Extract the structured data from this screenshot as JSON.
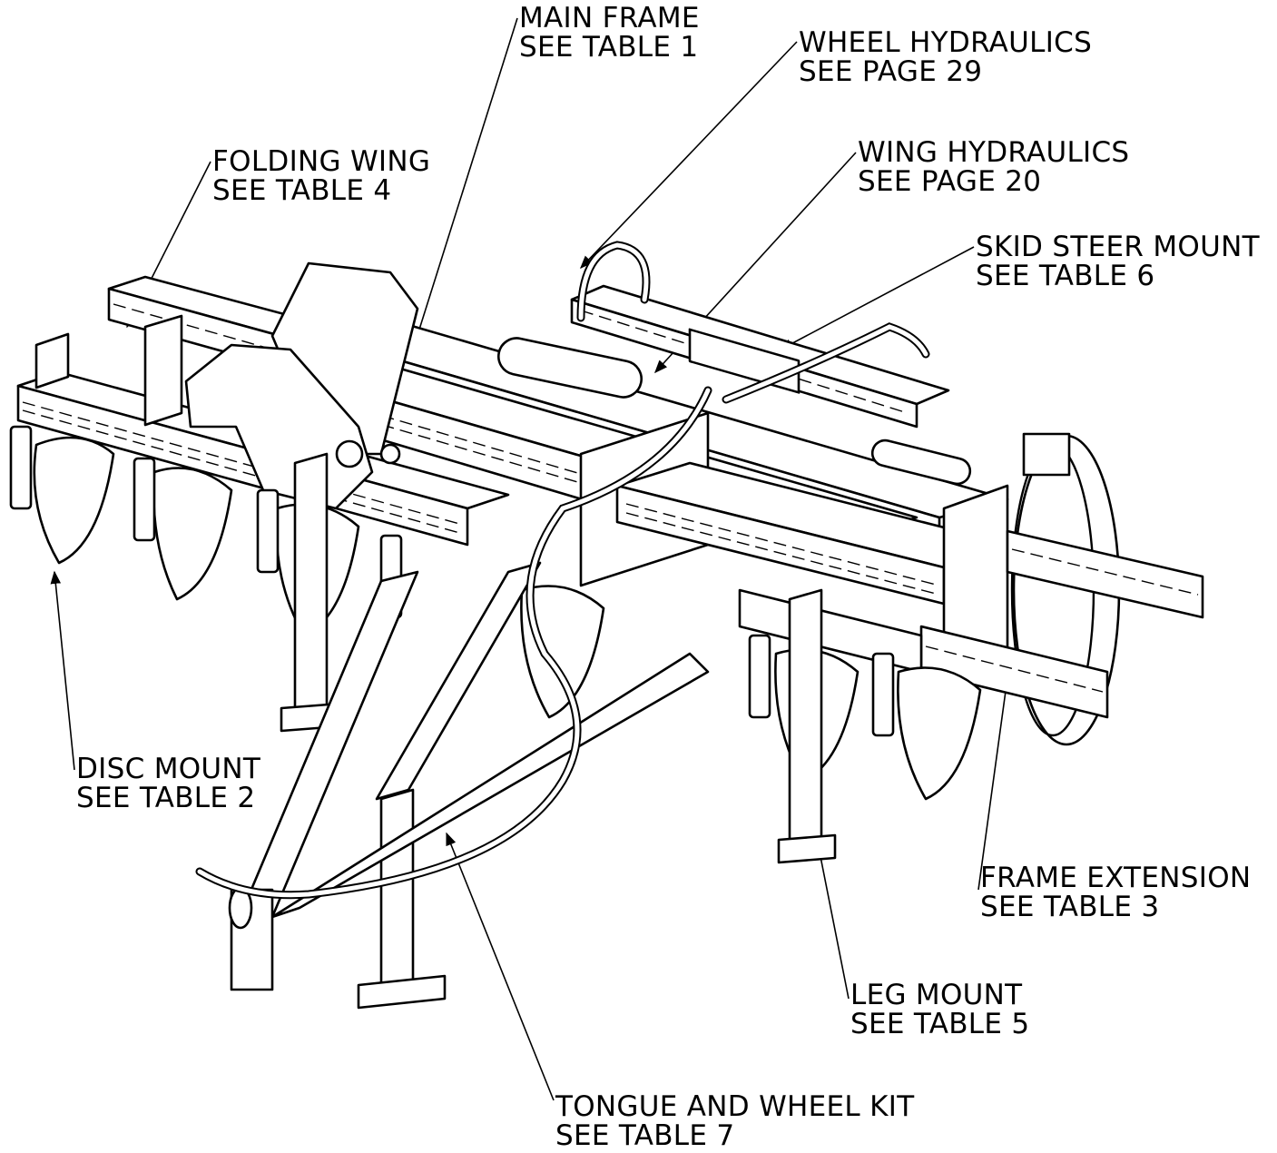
{
  "callouts": {
    "main_frame": {
      "line1": "MAIN FRAME",
      "line2": "SEE TABLE 1"
    },
    "wheel_hydraulics": {
      "line1": "WHEEL HYDRAULICS",
      "line2": "SEE PAGE 29"
    },
    "folding_wing": {
      "line1": "FOLDING WING",
      "line2": "SEE TABLE 4"
    },
    "wing_hydraulics": {
      "line1": "WING HYDRAULICS",
      "line2": "SEE PAGE 20"
    },
    "skid_steer_mount": {
      "line1": "SKID STEER MOUNT",
      "line2": "SEE TABLE 6"
    },
    "disc_mount": {
      "line1": "DISC MOUNT",
      "line2": "SEE TABLE 2"
    },
    "frame_extension": {
      "line1": "FRAME EXTENSION",
      "line2": "SEE TABLE 3"
    },
    "leg_mount": {
      "line1": "LEG MOUNT",
      "line2": "SEE TABLE 5"
    },
    "tongue_wheel_kit": {
      "line1": "TONGUE AND WHEEL KIT",
      "line2": "SEE TABLE 7"
    }
  }
}
